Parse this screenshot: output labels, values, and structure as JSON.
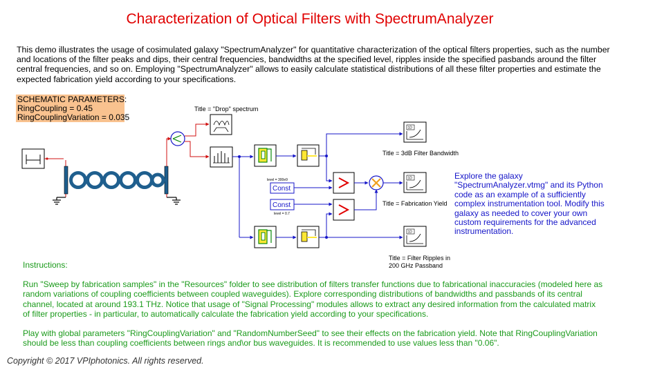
{
  "title": "Characterization of Optical Filters with SpectrumAnalyzer",
  "intro": "This demo illustrates the usage of cosimulated galaxy \"SpectrumAnalyzer\" for quantitative characterization of the optical filters properties, such as the number and locations of the filter peaks and dips, their central frequencies, bandwidths at the specified level, ripples inside the specified pasbands around the filter central frequencies, and so on. Employing \"SpectrumAnalyzer\" allows to easily calculate statistical distributions of all these filter properties and estimate the expected fabrication yield according to your specifications.",
  "parameters": {
    "heading": "SCHEMATIC PARAMETERS:",
    "ring_coupling": "RingCoupling = 0.45",
    "ring_coupling_variation": "RingCouplingVariation = 0.035"
  },
  "diagram": {
    "drop_title": "Title = \"Drop\" spectrum",
    "bandwidth_title": "Title = 3dB Filter Bandwidth",
    "yield_title": "Title = Fabrication Yield",
    "ripples_title_1": "Title = Filter Ripples in",
    "ripples_title_2": "200 GHz Passband",
    "const_label_1": "Const",
    "const_label_2": "Const",
    "const_level_1": "level = 300e9",
    "const_level_2": "level = 0.7"
  },
  "explore": "Explore the galaxy \"SpectrumAnalyzer.vtmg\" and its Python code as an example of a sufficiently complex instrumentation tool. Modify this galaxy as needed to cover your own custom requirements for the advanced instrumentation.",
  "instructions": {
    "heading": "Instructions:",
    "paragraph1": "Run \"Sweep by fabrication samples\" in the \"Resources\" folder to see distribution of filters transfer functions due to fabricational inaccuracies (modeled here as random variations of coupling coefficients between coupled waveguides). Explore corresponding distributions of bandwidths and passbands of its central channel, located at around 193.1 THz. Notice that usage of \"Signal Processing\" modules allows to extract any desired information from the calculated matrix of filter properties - in particular, to automatically calculate the fabrication yield according to your specifications.",
    "paragraph2": "Play with global parameters \"RingCouplingVariation\" and \"RandomNumberSeed\" to see their effects on the fabrication yield. Note that RingCouplingVariation should be less than coupling coefficients between rings and\\or bus waveguides. It is recommended to use values less than \"0.06\"."
  },
  "copyright": "Copyright © 2017 VPIphotonics. All rights reserved.",
  "colors": {
    "title": "#e00000",
    "instructions": "#1a9a1a",
    "explore_text": "#1515c8",
    "parameters_bg": "#f9c28f",
    "wire": "#1515c8",
    "ring_fill": "#1f5f8e"
  }
}
